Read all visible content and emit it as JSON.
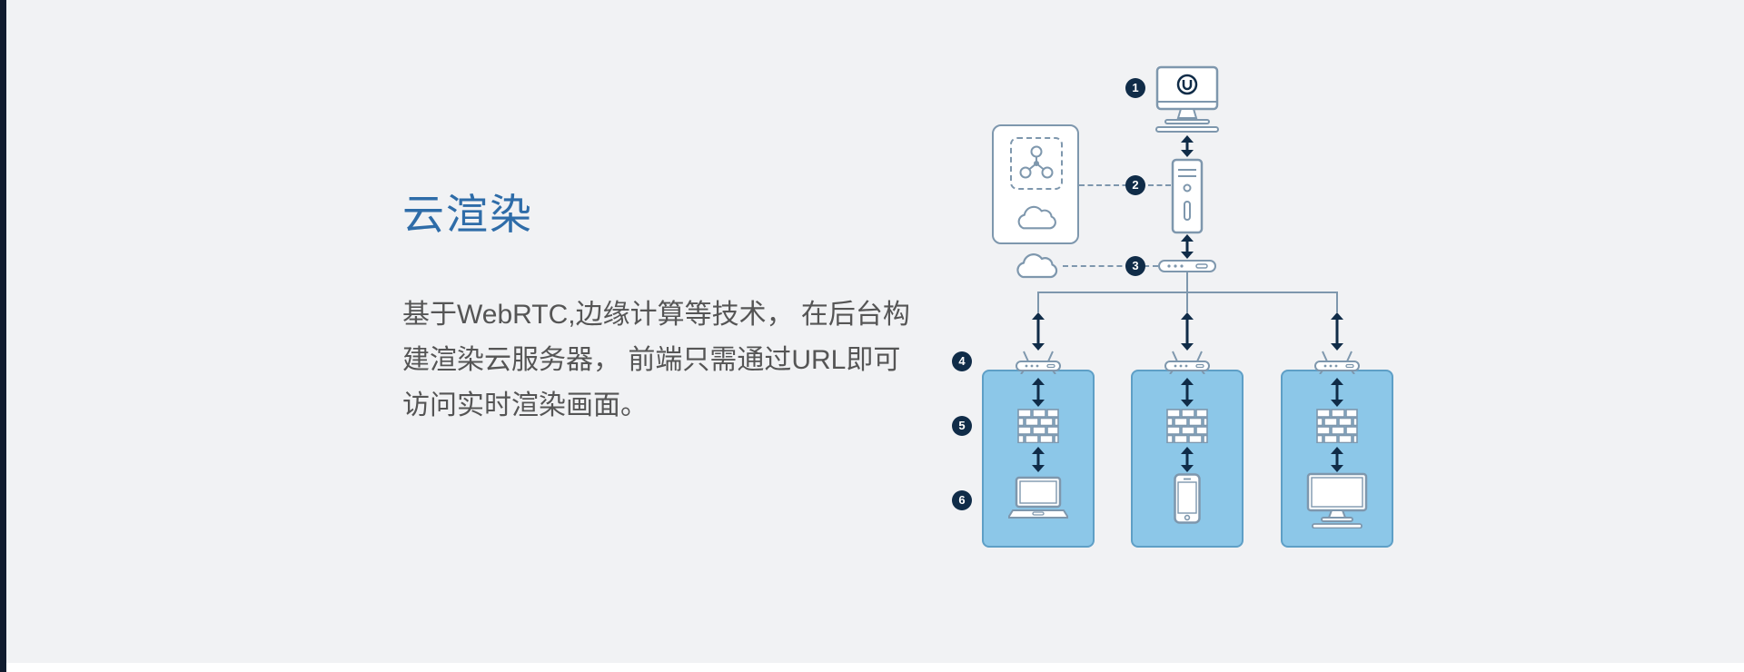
{
  "theme": {
    "page-bg": "#f1f2f4",
    "edge-dark": "#101b2e",
    "accent": "#2e6ca8",
    "text": "#555555",
    "navy": "#102c48",
    "slate": "#7e97ad",
    "boxblue": "#8cc7e8",
    "boxborder": "#5e9fc6"
  },
  "section": {
    "title": "云渲染",
    "description_lines": [
      "基于WebRTC,边缘计算等技术， 在后台构",
      "建渲染云服务器， 前端只需通过URL即可",
      "访问实时渲染画面。"
    ]
  },
  "diagram": {
    "steps": [
      "1",
      "2",
      "3",
      "4",
      "5",
      "6"
    ]
  }
}
